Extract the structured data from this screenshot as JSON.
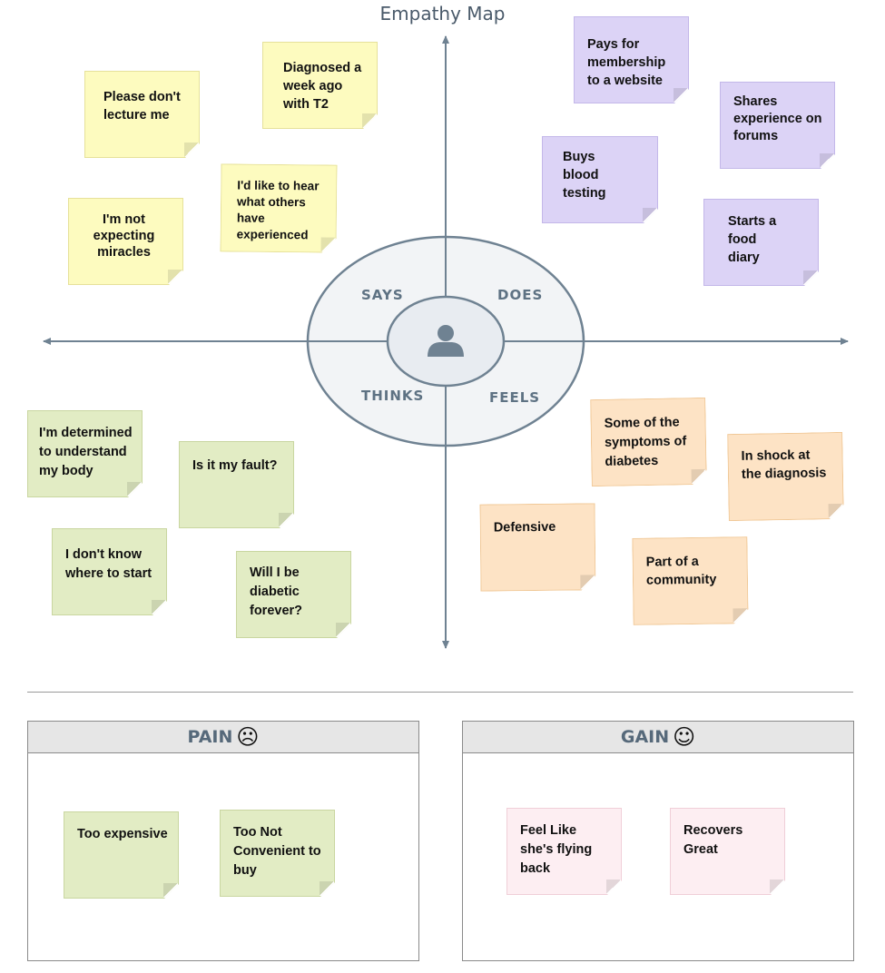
{
  "title": "Empathy Map",
  "quadrants": {
    "says": "SAYS",
    "does": "DOES",
    "thinks": "THINKS",
    "feels": "FEELS"
  },
  "notes": {
    "says": [
      "Please don't lecture me",
      "Diagnosed a week ago with T2",
      "I'd like to hear what others have experienced",
      "I'm not expecting miracles"
    ],
    "does": [
      "Pays for membership to a website",
      "Shares experience on forums",
      "Buys blood testing",
      "Starts a food diary"
    ],
    "thinks": [
      "I'm determined to understand my body",
      "Is it my fault?",
      "I don't know where to start",
      "Will I be diabetic forever?"
    ],
    "feels": [
      "Some of the symptoms of diabetes",
      "In shock at the diagnosis",
      "Defensive",
      "Part of a community"
    ]
  },
  "pain": {
    "title": "PAIN",
    "face": "☹",
    "notes": [
      "Too expensive",
      "Too Not Convenient to buy"
    ]
  },
  "gain": {
    "title": "GAIN",
    "face": "☺",
    "notes": [
      "Feel Like she's flying back",
      "Recovers Great"
    ]
  },
  "colors": {
    "says": "#fdfbbf",
    "does": "#dcd3f6",
    "thinks": "#e2ecc4",
    "feels": "#fde3c5",
    "gain": "#fdeef2",
    "axis": "#6f8292"
  },
  "icons": {
    "center": "user-icon"
  }
}
